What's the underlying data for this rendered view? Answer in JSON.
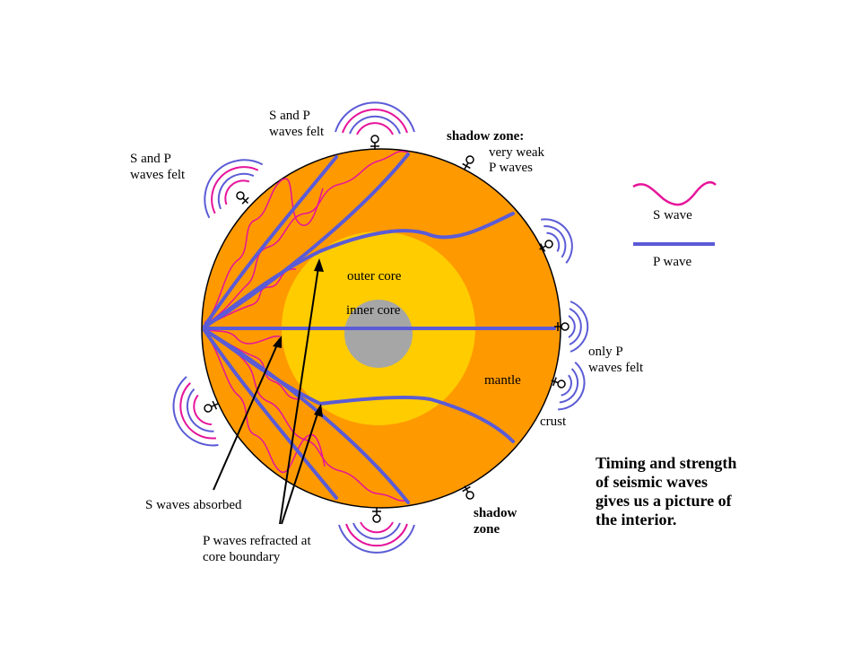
{
  "colors": {
    "mantle": "#ff9900",
    "outer_core": "#ffcc00",
    "inner_core": "#a6a6a6",
    "p_wave": "#5b5bd6",
    "s_wave": "#e6149a"
  },
  "labels": {
    "outer_core": "outer core",
    "inner_core": "inner core",
    "mantle": "mantle",
    "crust": "crust",
    "s_and_p_top_1": "S and P",
    "s_and_p_top_2": "waves felt",
    "s_and_p_left_1": "S and P",
    "s_and_p_left_2": "waves felt",
    "shadow_top_title": "shadow zone:",
    "shadow_top_1": "very weak",
    "shadow_top_2": "P waves",
    "only_p_1": "only P",
    "only_p_2": "waves felt",
    "shadow_bottom_1": "shadow",
    "shadow_bottom_2": "zone",
    "s_absorbed": "S waves absorbed",
    "p_refracted_1": "P waves refracted at",
    "p_refracted_2": "core boundary"
  },
  "legend": {
    "s_wave": "S wave",
    "p_wave": "P wave"
  },
  "caption": {
    "line1": "Timing and strength",
    "line2": "of seismic waves",
    "line3": "gives us a picture of",
    "line4": "the interior."
  }
}
